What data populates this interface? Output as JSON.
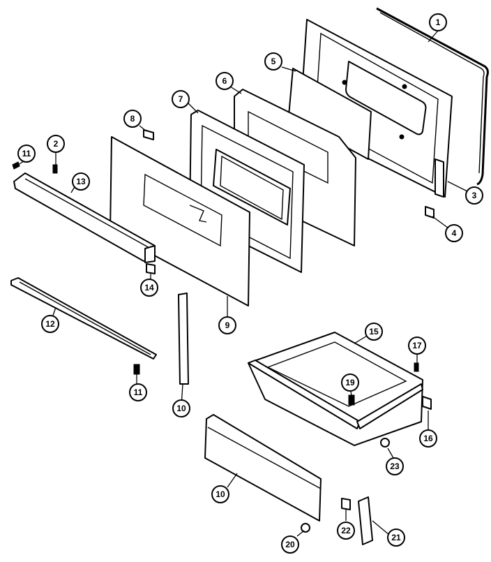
{
  "callouts": [
    {
      "id": "c1",
      "label": "1"
    },
    {
      "id": "c2",
      "label": "2"
    },
    {
      "id": "c3",
      "label": "3"
    },
    {
      "id": "c4",
      "label": "4"
    },
    {
      "id": "c5",
      "label": "5"
    },
    {
      "id": "c6",
      "label": "6"
    },
    {
      "id": "c7",
      "label": "7"
    },
    {
      "id": "c8",
      "label": "8"
    },
    {
      "id": "c9",
      "label": "9"
    },
    {
      "id": "c10a",
      "label": "10"
    },
    {
      "id": "c10b",
      "label": "10"
    },
    {
      "id": "c11a",
      "label": "11"
    },
    {
      "id": "c11b",
      "label": "11"
    },
    {
      "id": "c12",
      "label": "12"
    },
    {
      "id": "c13",
      "label": "13"
    },
    {
      "id": "c14",
      "label": "14"
    },
    {
      "id": "c15",
      "label": "15"
    },
    {
      "id": "c16",
      "label": "16"
    },
    {
      "id": "c17",
      "label": "17"
    },
    {
      "id": "c19",
      "label": "19"
    },
    {
      "id": "c20",
      "label": "20"
    },
    {
      "id": "c21",
      "label": "21"
    },
    {
      "id": "c22",
      "label": "22"
    },
    {
      "id": "c23",
      "label": "23"
    }
  ]
}
